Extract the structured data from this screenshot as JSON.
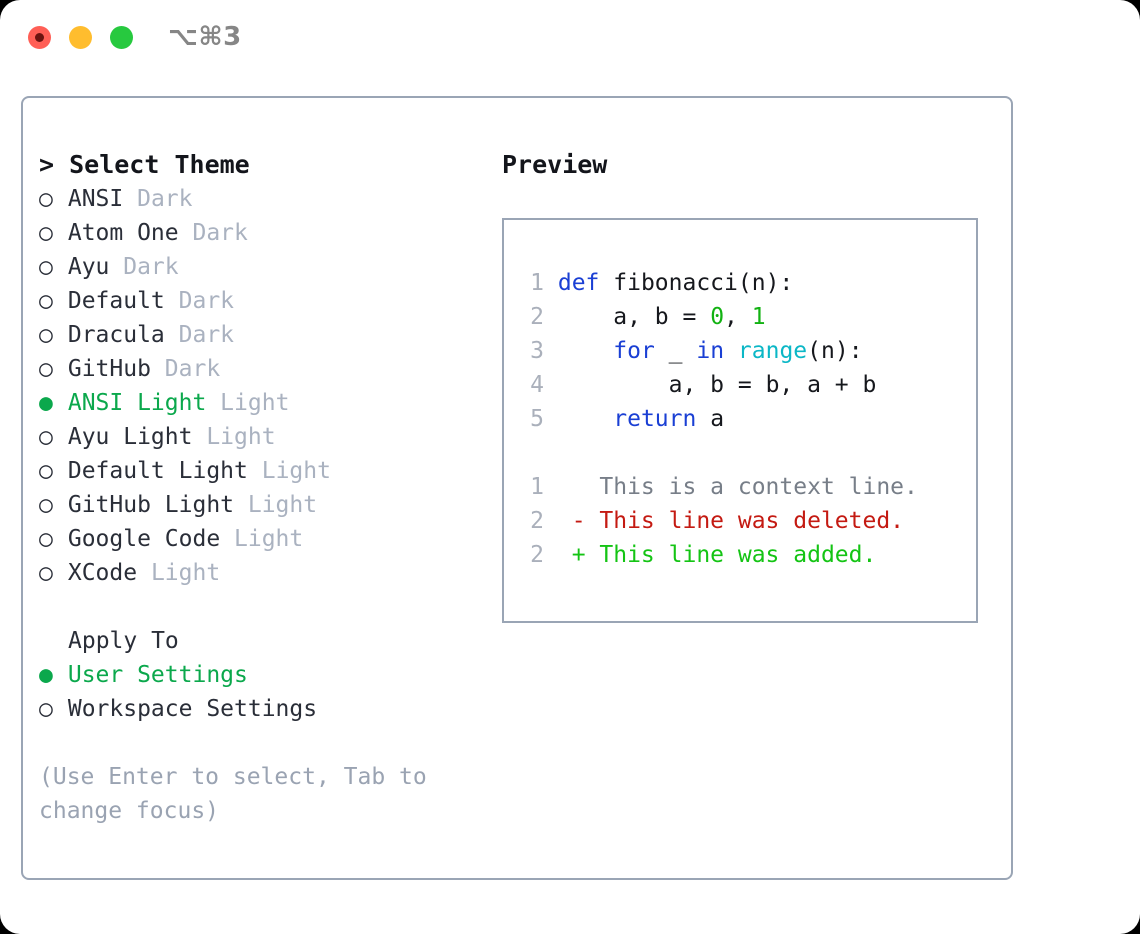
{
  "titlebar": {
    "shortcut": "⌥⌘3",
    "lights": [
      "close-red",
      "minimize-yellow",
      "maximize-green"
    ],
    "colors": {
      "red": "#ff5f56",
      "yellow": "#ffbd2e",
      "green": "#27c93f"
    }
  },
  "theme_picker": {
    "heading": "> Select Theme",
    "markers": {
      "selected": "●",
      "unselected": "○"
    },
    "accent_color": "#0ba84c",
    "items": [
      {
        "marker": "○",
        "name": "ANSI",
        "variant": "Dark",
        "selected": false
      },
      {
        "marker": "○",
        "name": "Atom One",
        "variant": "Dark",
        "selected": false
      },
      {
        "marker": "○",
        "name": "Ayu",
        "variant": "Dark",
        "selected": false
      },
      {
        "marker": "○",
        "name": "Default",
        "variant": "Dark",
        "selected": false
      },
      {
        "marker": "○",
        "name": "Dracula",
        "variant": "Dark",
        "selected": false
      },
      {
        "marker": "○",
        "name": "GitHub",
        "variant": "Dark",
        "selected": false
      },
      {
        "marker": "●",
        "name": "ANSI Light",
        "variant": "Light",
        "selected": true
      },
      {
        "marker": "○",
        "name": "Ayu Light",
        "variant": "Light",
        "selected": false
      },
      {
        "marker": "○",
        "name": "Default Light",
        "variant": "Light",
        "selected": false
      },
      {
        "marker": "○",
        "name": "GitHub Light",
        "variant": "Light",
        "selected": false
      },
      {
        "marker": "○",
        "name": "Google Code",
        "variant": "Light",
        "selected": false
      },
      {
        "marker": "○",
        "name": "XCode",
        "variant": "Light",
        "selected": false
      }
    ]
  },
  "apply_to": {
    "label": "Apply To",
    "items": [
      {
        "marker": "●",
        "name": "User Settings",
        "selected": true
      },
      {
        "marker": "○",
        "name": "Workspace Settings",
        "selected": false
      }
    ]
  },
  "hint": "(Use Enter to select, Tab to change focus)",
  "preview": {
    "heading": "Preview",
    "code_lines": [
      {
        "num": "1",
        "tokens": [
          {
            "t": "def",
            "c": "kw"
          },
          {
            "t": " fibonacci(n):",
            "c": "txt"
          }
        ]
      },
      {
        "num": "2",
        "tokens": [
          {
            "t": "    a, b = ",
            "c": "txt"
          },
          {
            "t": "0",
            "c": "num"
          },
          {
            "t": ", ",
            "c": "txt"
          },
          {
            "t": "1",
            "c": "num"
          }
        ]
      },
      {
        "num": "3",
        "tokens": [
          {
            "t": "    ",
            "c": "txt"
          },
          {
            "t": "for",
            "c": "kw"
          },
          {
            "t": " _ ",
            "c": "txt"
          },
          {
            "t": "in",
            "c": "kw"
          },
          {
            "t": " ",
            "c": "txt"
          },
          {
            "t": "range",
            "c": "fn"
          },
          {
            "t": "(n):",
            "c": "txt"
          }
        ]
      },
      {
        "num": "4",
        "tokens": [
          {
            "t": "        a, b = b, a + b",
            "c": "txt"
          }
        ]
      },
      {
        "num": "5",
        "tokens": [
          {
            "t": "    ",
            "c": "txt"
          },
          {
            "t": "return",
            "c": "kw"
          },
          {
            "t": " a",
            "c": "txt"
          }
        ]
      }
    ],
    "diff_lines": [
      {
        "num": "1",
        "marker": " ",
        "text": " This is a context line.",
        "kind": "ctx"
      },
      {
        "num": "2",
        "marker": "-",
        "text": " This line was deleted.",
        "kind": "del"
      },
      {
        "num": "2",
        "marker": "+",
        "text": " This line was added.",
        "kind": "add"
      }
    ],
    "colors": {
      "keyword": "#1a3fd4",
      "function": "#0bb7c6",
      "number": "#12b212",
      "text": "#16181d",
      "line_number": "#aab0bb",
      "context": "#777e88",
      "deleted": "#c41a12",
      "added": "#14c414",
      "border": "#9aa5b5"
    }
  }
}
